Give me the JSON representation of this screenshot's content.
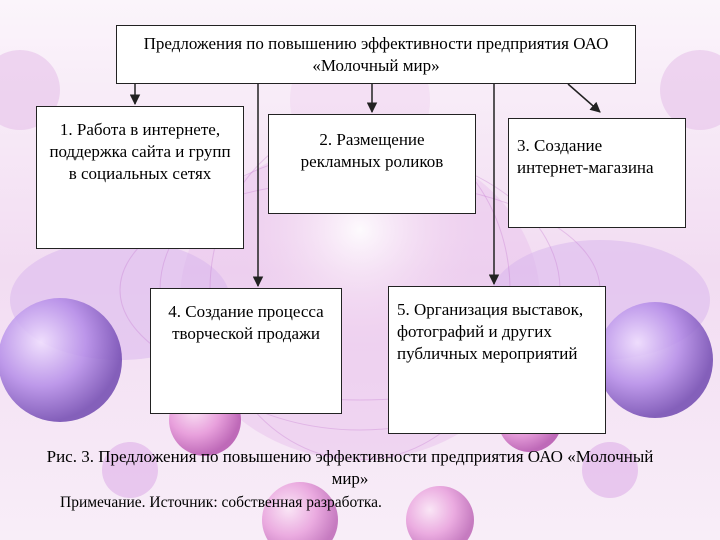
{
  "diagram": {
    "title": "Предложения по повышению эффективности предприятия ОАО «Молочный мир»",
    "boxes": [
      {
        "id": "b1",
        "text": "1. Работа в интернете, поддержка сайта и групп в социальных сетях"
      },
      {
        "id": "b2",
        "text": "2. Размещение рекламных роликов"
      },
      {
        "id": "b3",
        "text": "3. Создание интернет-магазина"
      },
      {
        "id": "b4",
        "text": "4. Создание процесса творческой продажи"
      },
      {
        "id": "b5",
        "text": "5. Организация выставок, фотографий и других публичных мероприятий"
      }
    ]
  },
  "caption": "Рис. 3. Предложения по повышению эффективности предприятия ОАО «Молочный мир»",
  "note": "Примечание. Источник: собственная разработка.",
  "colors": {
    "line": "#222222",
    "box_bg": "#ffffff",
    "border": "#222222"
  }
}
